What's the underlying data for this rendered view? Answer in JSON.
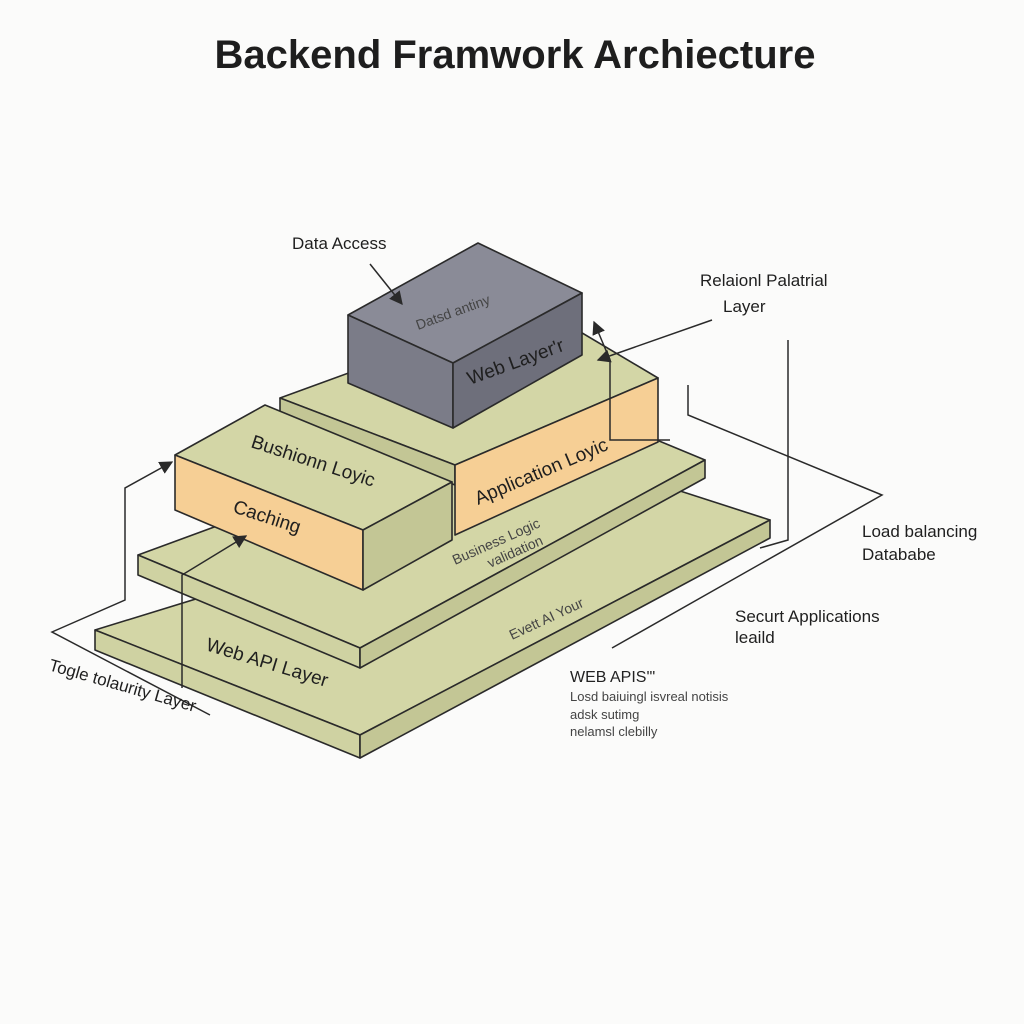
{
  "title": "Backend Framwork Archiecture",
  "colors": {
    "olive_top": "#d3d6a6",
    "olive_side": "#c3c695",
    "olive_front": "#cfd2a2",
    "orange_front": "#f6cf95",
    "orange_top": "#d3d6a6",
    "gray_top": "#8a8b97",
    "gray_front": "#7b7c88",
    "gray_side": "#6e6f7b"
  },
  "blocks": {
    "top_box": {
      "top_text": "Datsd antiny",
      "front_text": "Web Layer'r"
    },
    "left_box": {
      "top_text": "Bushionn Loyic",
      "front_text": "Caching"
    },
    "right_box": {
      "front_text": "Application Loyic"
    },
    "middle_slab": {
      "text_line1": "Business Logic",
      "text_line2": "validation"
    },
    "bottom_slab": {
      "front_text": "Web API Layer",
      "top_text": "Evett AI Your"
    }
  },
  "callouts": {
    "data_access": "Data Access",
    "relational_line1": "Relaionl Palatrial",
    "relational_line2": "Layer",
    "load_balancing_line1": "Load balancing",
    "load_balancing_line2": "Datababe",
    "secure_line1": "Securt Applications",
    "secure_line2": "leaild",
    "toggle_layer": "Togle tolaurity Layer"
  },
  "web_apis": {
    "heading": "WEB APIS'\"",
    "lines": [
      "Losd baiuingl isvreal notisis",
      "adsk sutimg",
      "nelamsl clebilly"
    ]
  }
}
